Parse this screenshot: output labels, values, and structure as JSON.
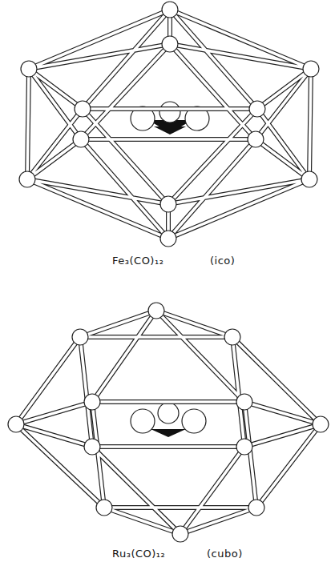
{
  "diagram": {
    "labels": [
      "Fe₃(CO)₁₂",
      "(ico)",
      "Ru₃(CO)₁₂",
      "(cubo)"
    ]
  }
}
